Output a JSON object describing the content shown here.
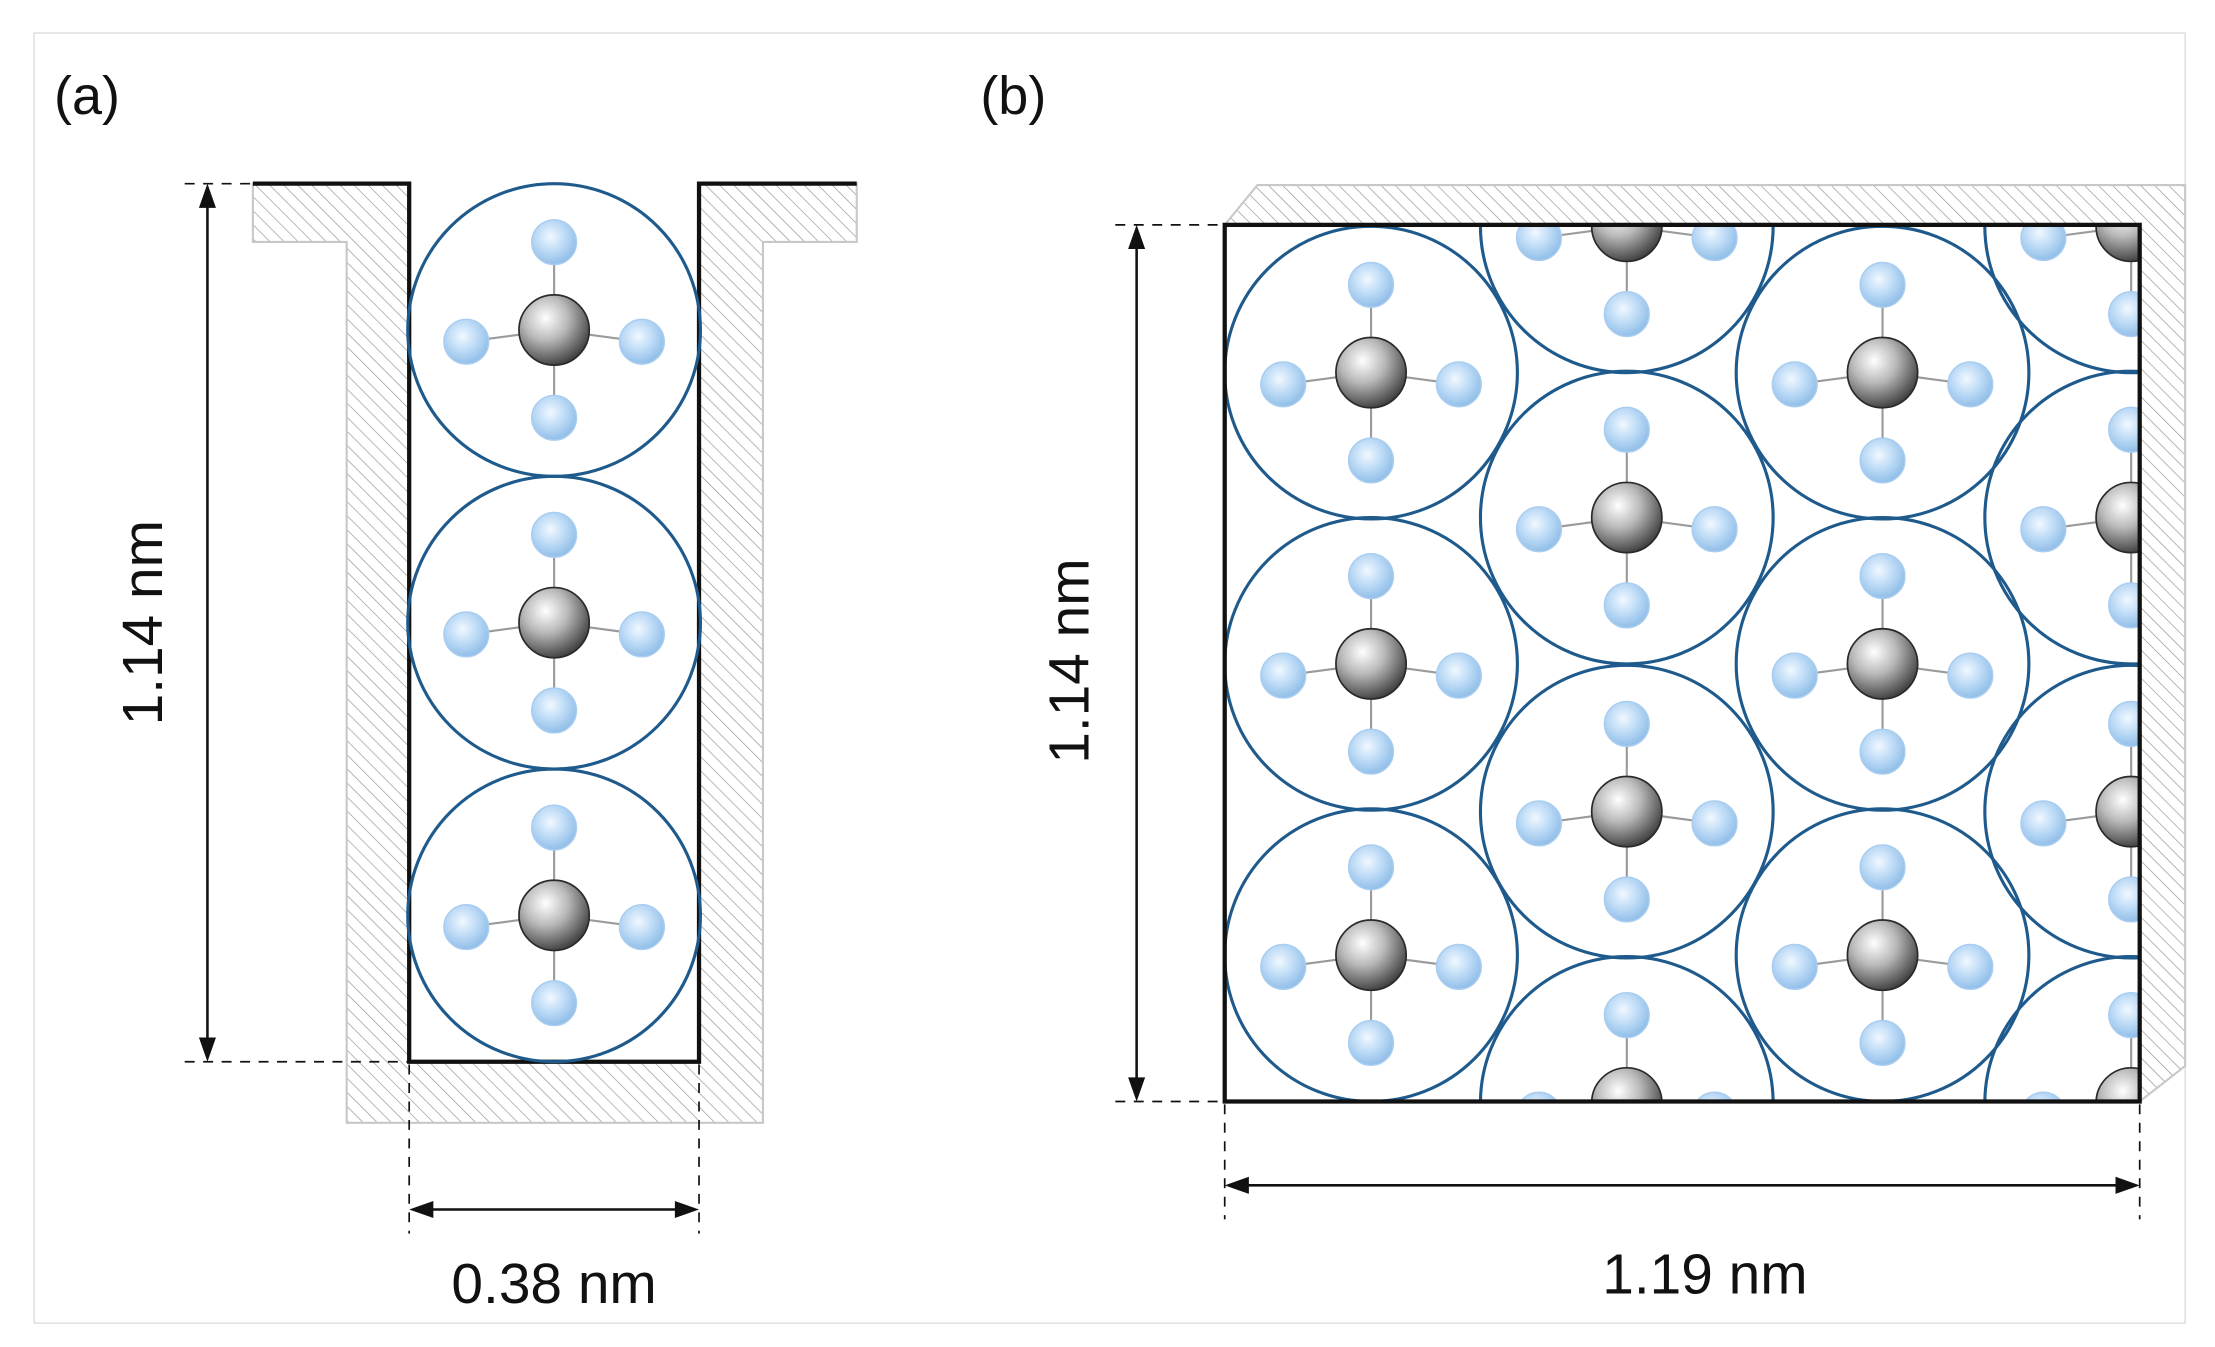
{
  "figure": {
    "panel_a": {
      "label": "(a)",
      "height_dimension": "1.14 nm",
      "width_dimension": "0.38 nm",
      "molecule_count": 3
    },
    "panel_b": {
      "label": "(b)",
      "height_dimension": "1.14 nm",
      "width_dimension": "1.19 nm"
    }
  },
  "colors": {
    "circle_outline": "#1f5a8c",
    "wall_hatch": "#9a9a9a",
    "wall_outline": "#c8c8c8",
    "pore_outline": "#111111",
    "hydrogen_fill": "#a9cdf0",
    "carbon_fill": "#777777",
    "bond": "#9a9a9a"
  },
  "icons": {
    "molecule": "methane-molecule-icon",
    "arrow": "double-headed-arrow-icon"
  }
}
